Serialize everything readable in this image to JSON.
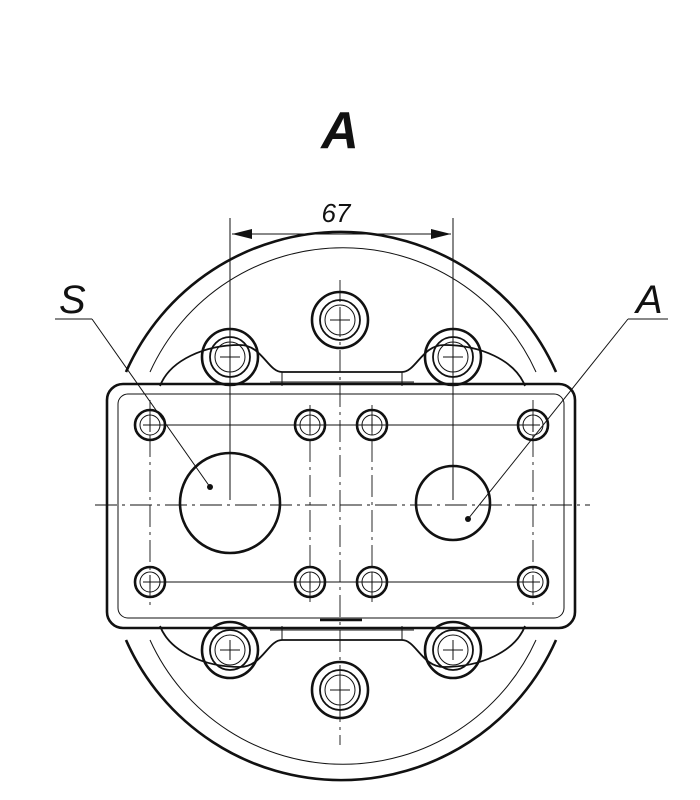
{
  "view": {
    "title": "A"
  },
  "dimension": {
    "value": "67"
  },
  "callouts": {
    "suction_port": "S",
    "outlet_port": "A"
  }
}
